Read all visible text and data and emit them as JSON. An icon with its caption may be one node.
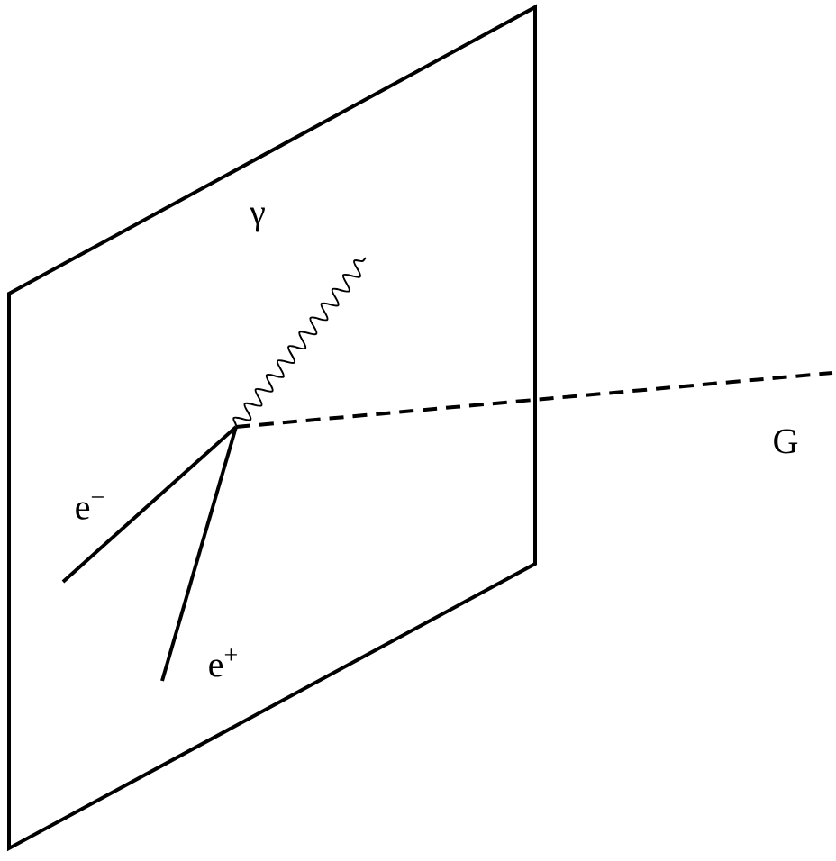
{
  "diagram": {
    "labels": [
      "γ",
      "e$^{−}$",
      "G",
      "e$^{+}$"
    ]
  }
}
